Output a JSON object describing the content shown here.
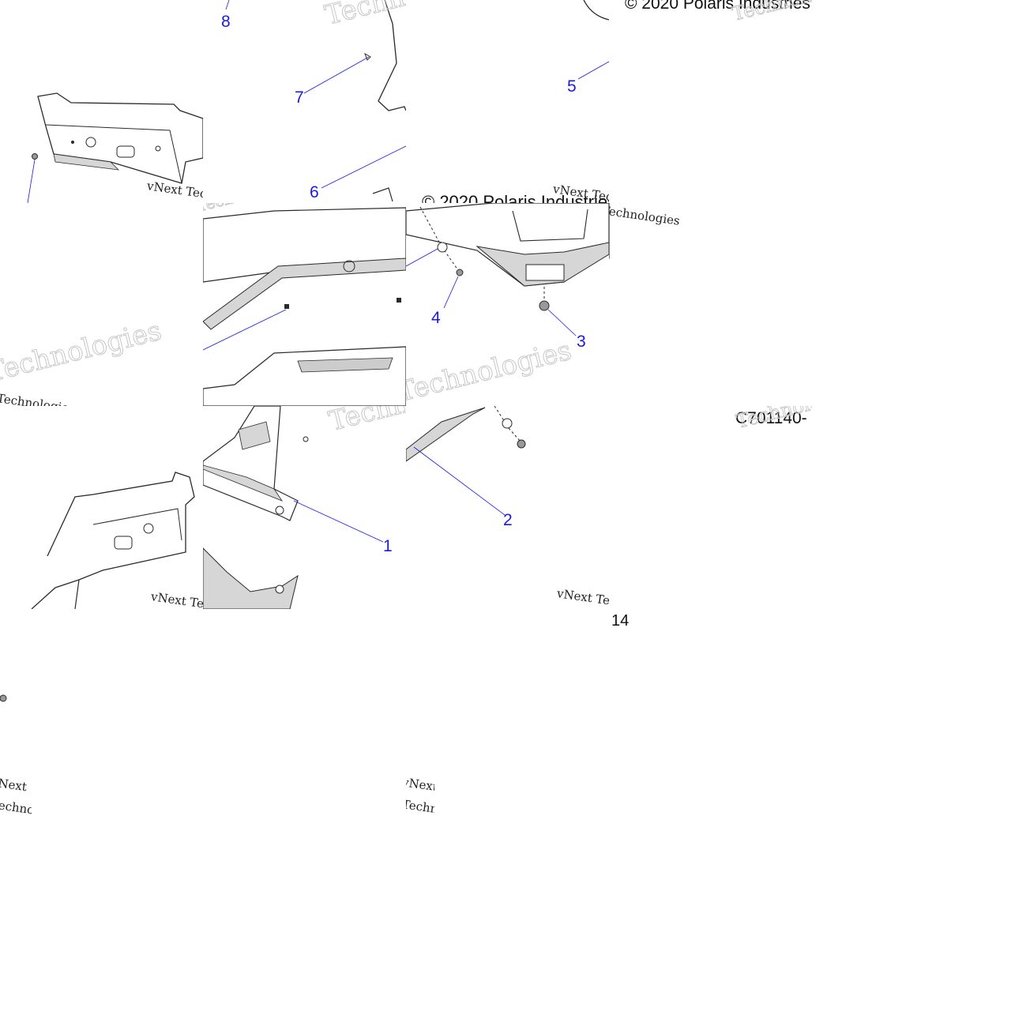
{
  "callouts": [
    "1",
    "2",
    "3",
    "4",
    "5",
    "6",
    "7",
    "8"
  ],
  "copyright": "© 2020 Polaris Industries",
  "figure_code": "C701140-",
  "page_number": "14",
  "watermarks": {
    "tech": "Technologies",
    "vnext": "vNext",
    "vnext_tech": "vNext Technologies"
  },
  "colors": {
    "callout": "#1a1ae6",
    "line": "#2a2a2a",
    "shade": "#d6d6d6",
    "watermark": "#c8c8c8"
  }
}
